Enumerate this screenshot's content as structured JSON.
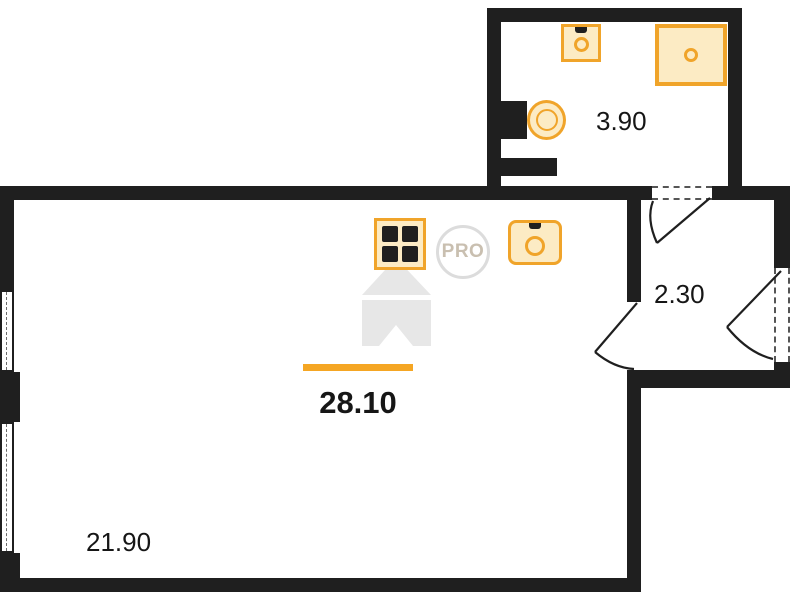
{
  "document": {
    "type": "apartment floor plan",
    "watermark_text": "PRO"
  },
  "areas": {
    "total": "28.10",
    "living_room": "21.90",
    "bathroom": "3.90",
    "hallway": "2.30"
  },
  "colors": {
    "wall": "#1F1F1F",
    "fixture_outline": "#F0A42A",
    "fixture_fill": "#FCEBC4",
    "accent_underline": "#F5A623",
    "label_text": "#161616",
    "watermark_gray": "#E7E7E7",
    "watermark_text_gray": "#C9BFB0"
  },
  "icons": [
    "stove-icon",
    "kitchen-sink-icon",
    "washbasin-icon",
    "shower-icon",
    "toilet-icon",
    "door-swing-icon",
    "window-icon",
    "house-logo-icon",
    "pro-badge"
  ]
}
